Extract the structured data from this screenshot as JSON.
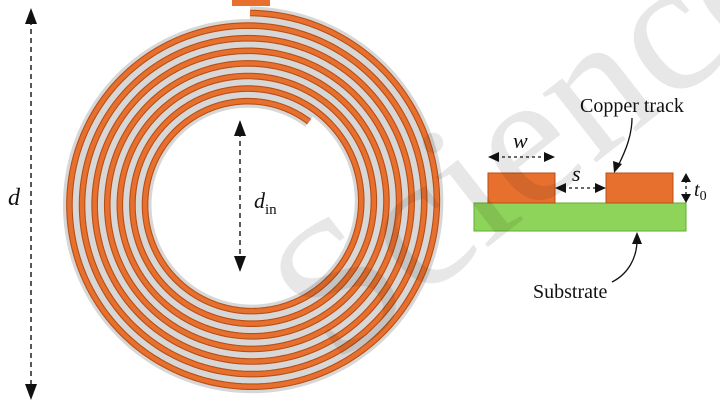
{
  "labels": {
    "outer_diameter": "d",
    "inner_diameter_main": "d",
    "inner_diameter_sub": "in",
    "width": "w",
    "spacing": "s",
    "thickness_main": "t",
    "thickness_sub": "0",
    "copper_track": "Copper track",
    "substrate": "Substrate"
  },
  "watermark": "ScienceP",
  "colors": {
    "copper": "#e8702e",
    "copper_edge": "#b64f16",
    "gap_fill": "#d7d7d7",
    "substrate": "#8fd45a",
    "substrate_edge": "#5fae2c"
  }
}
